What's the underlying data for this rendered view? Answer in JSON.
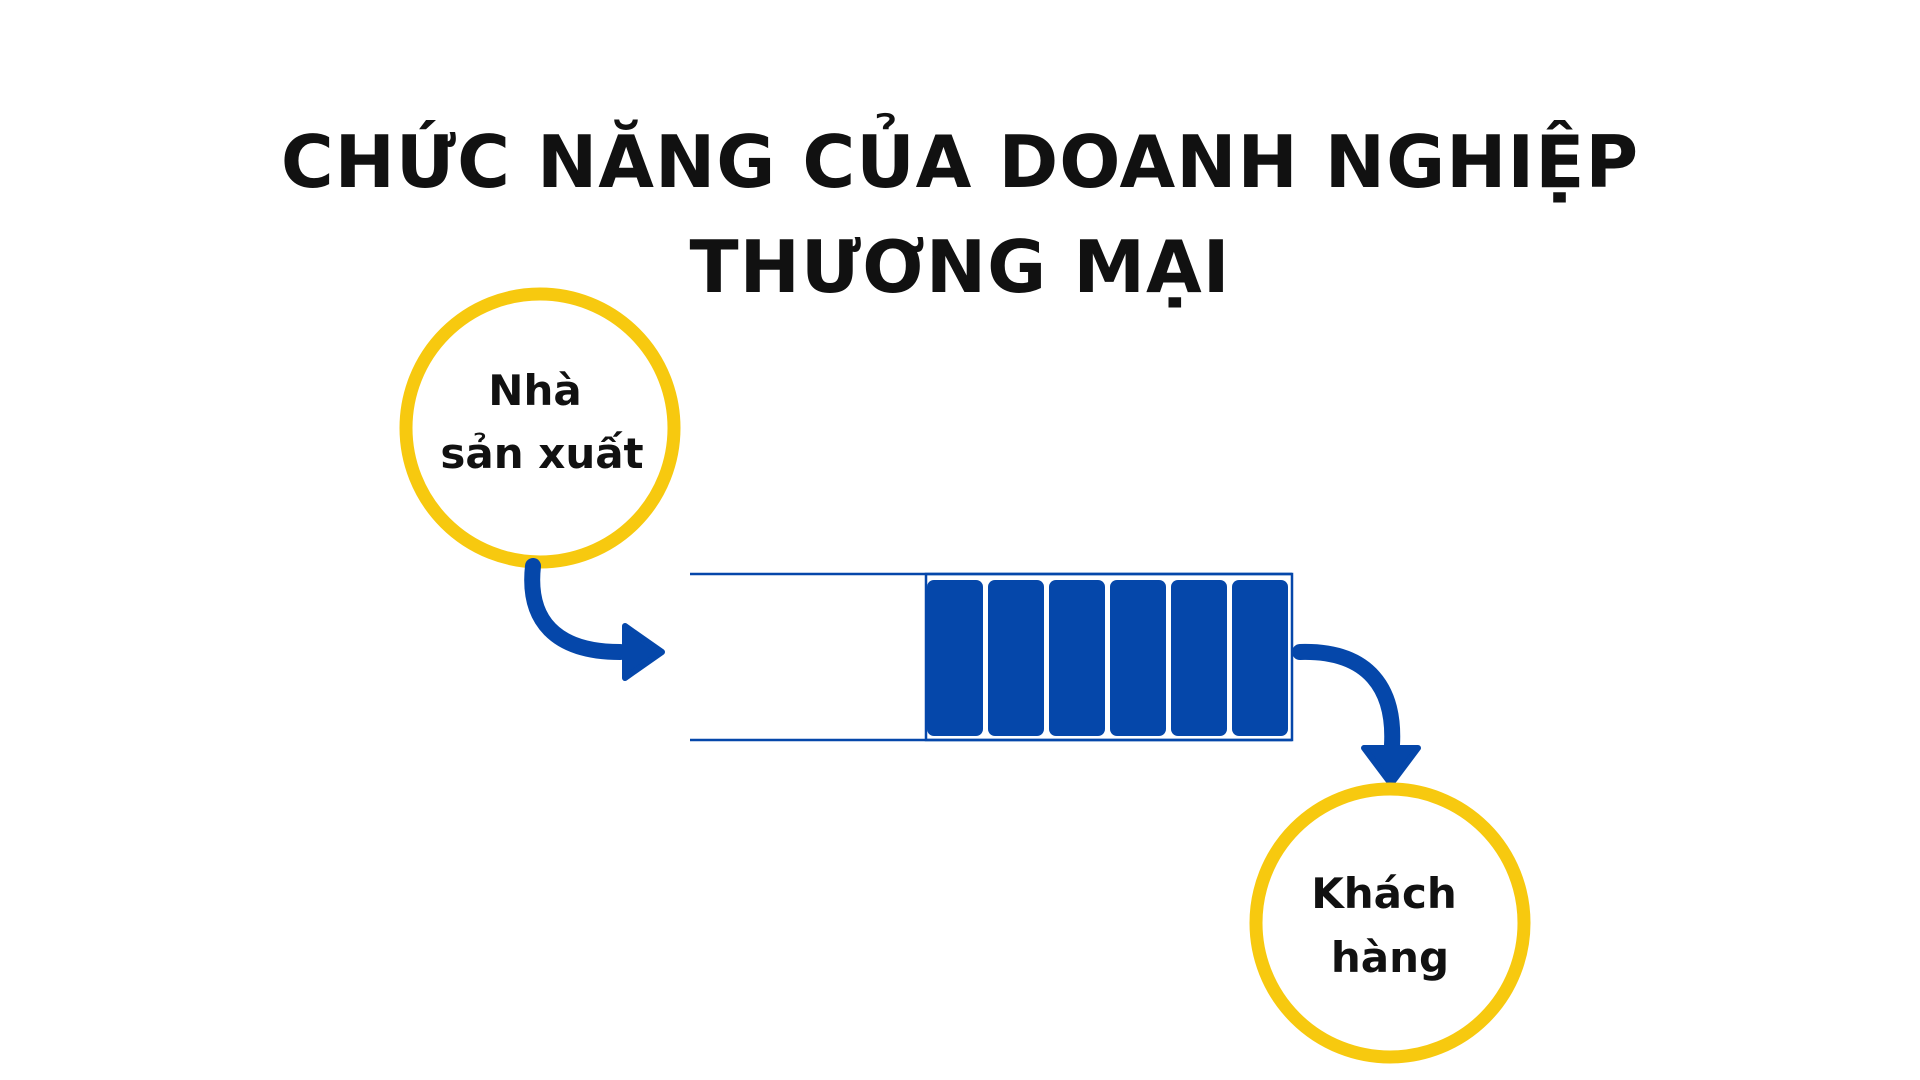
{
  "title": {
    "line1": "CHỨC NĂNG CỦA DOANH NGHIỆP",
    "line2": "THƯƠNG MẠI"
  },
  "nodes": {
    "producer": {
      "line1": "Nhà",
      "line2": "sản xuất"
    },
    "customer": {
      "line1": "Khách",
      "line2": "hàng"
    }
  },
  "colors": {
    "circle_stroke": "#F7C90F",
    "blue": "#0547AA",
    "text": "#111111"
  },
  "icons": {
    "arrow_in": "curved-arrow-right-icon",
    "arrow_out": "curved-arrow-down-icon",
    "storage": "warehouse-boxes-icon"
  }
}
